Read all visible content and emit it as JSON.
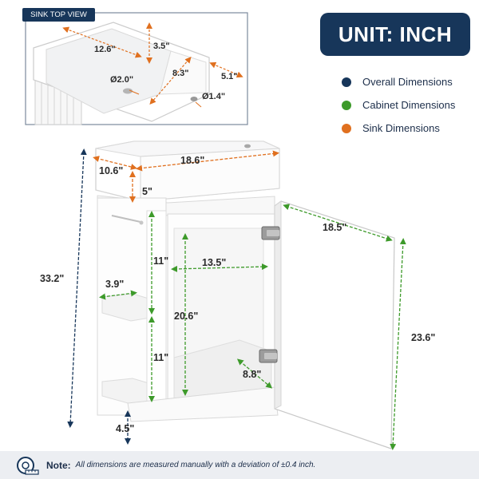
{
  "header": {
    "unit_label": "UNIT: INCH"
  },
  "legend": [
    {
      "label": "Overall Dimensions",
      "color": "#17365a"
    },
    {
      "label": "Cabinet Dimensions",
      "color": "#3d9a2a"
    },
    {
      "label": "Sink Dimensions",
      "color": "#e0701f"
    }
  ],
  "sink_top_view": {
    "label": "SINK TOP VIEW",
    "dims": {
      "length": "12.6\"",
      "depth": "3.5\"",
      "width": "8.3\"",
      "drain": "Ø2.0\"",
      "faucet_hole": "Ø1.4\"",
      "edge": "5.1\""
    }
  },
  "dimensions": {
    "sink_width": "18.6\"",
    "sink_depth": "10.6\"",
    "sink_height": "5\"",
    "overall_height": "33.2\"",
    "shelf_height_top": "11\"",
    "shelf_height_bottom": "11\"",
    "shelf_width": "3.9\"",
    "opening_width": "13.5\"",
    "opening_height": "20.6\"",
    "door_width": "18.5\"",
    "door_height": "23.6\"",
    "inner_depth": "8.8\"",
    "base_height": "4.5\""
  },
  "note": {
    "label": "Note:",
    "text": "All dimensions are measured manually with a deviation of ±0.4 inch."
  },
  "colors": {
    "navy": "#17365a",
    "green": "#3d9a2a",
    "orange": "#e0701f"
  }
}
